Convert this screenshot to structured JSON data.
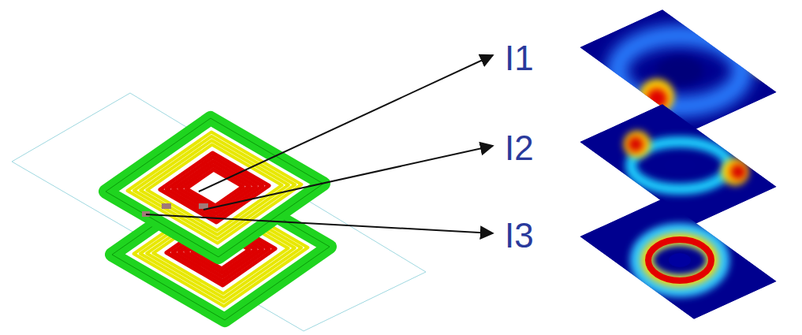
{
  "diagram": {
    "labels": [
      "I1",
      "I2",
      "I3"
    ]
  }
}
